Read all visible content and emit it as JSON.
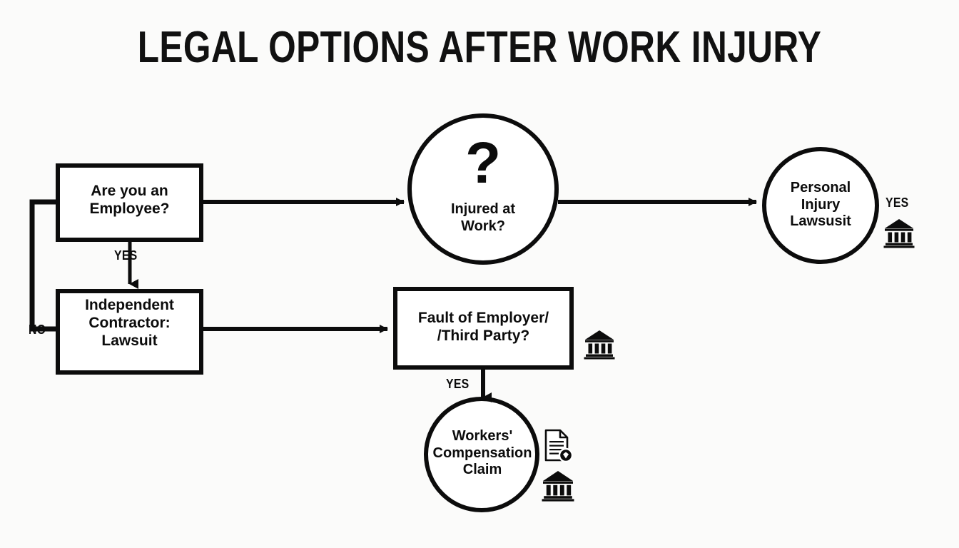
{
  "document": {
    "title": "LEGAL OPTIONS AFTER WORK INJURY",
    "background_color": "#fbfbfa",
    "ink_color": "#0c0c0c"
  },
  "diagram": {
    "type": "flowchart",
    "nodes": [
      {
        "id": "are-you-employee",
        "shape": "rectangle",
        "label": "Are you an\nEmployee?"
      },
      {
        "id": "independent-contractor",
        "shape": "rectangle",
        "label": "Independent\nContractor:\nLawsuit"
      },
      {
        "id": "injured-at-work",
        "shape": "circle",
        "glyph": "?",
        "label": "Injured at\nWork?"
      },
      {
        "id": "personal-injury-lawsuit",
        "shape": "circle",
        "label": "Personal\nInjury\nLawsusit"
      },
      {
        "id": "fault-of-employer",
        "shape": "rectangle",
        "label": "Fault of Employer/\n/Third Party?"
      },
      {
        "id": "workers-compensation-claim",
        "shape": "circle",
        "label": "Workers'\nCompensation\nClaim"
      }
    ],
    "edges": [
      {
        "id": "employee-to-injured",
        "from": "are-you-employee",
        "to": "injured-at-work",
        "label": ""
      },
      {
        "id": "employee-no-to-contractor",
        "from": "are-you-employee",
        "to": "independent-contractor",
        "label": "NO"
      },
      {
        "id": "employee-yes-to-contractor",
        "from": "are-you-employee",
        "to": "independent-contractor",
        "label": "YES"
      },
      {
        "id": "injured-to-personal-injury",
        "from": "injured-at-work",
        "to": "personal-injury-lawsuit",
        "label": "YES"
      },
      {
        "id": "contractor-to-fault",
        "from": "independent-contractor",
        "to": "fault-of-employer",
        "label": ""
      },
      {
        "id": "fault-to-workers-comp",
        "from": "fault-of-employer",
        "to": "workers-compensation-claim",
        "label": "YES"
      }
    ],
    "icons": [
      {
        "id": "bank-icon-personal-injury",
        "name": "bank-icon",
        "near": "personal-injury-lawsuit"
      },
      {
        "id": "bank-icon-fault-employer",
        "name": "bank-icon",
        "near": "fault-of-employer"
      },
      {
        "id": "document-icon-workers-comp",
        "name": "document-claim-icon",
        "near": "workers-compensation-claim"
      },
      {
        "id": "bank-icon-workers-comp",
        "name": "bank-icon",
        "near": "workers-compensation-claim"
      }
    ]
  }
}
